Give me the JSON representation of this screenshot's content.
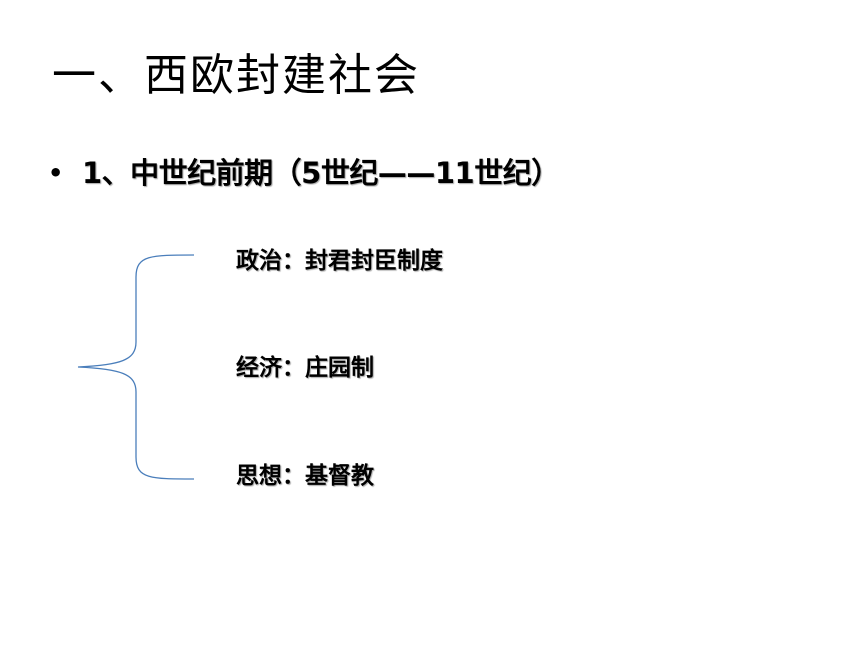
{
  "slide": {
    "title": "一、西欧封建社会",
    "bullet": {
      "marker": "•",
      "text": "1、中世纪前期（5世纪——11世纪）"
    },
    "items": [
      {
        "text": "政治：封君封臣制度"
      },
      {
        "text": "经济：庄园制"
      },
      {
        "text": "思想：基督教"
      }
    ],
    "brace_color": "#4a7ebb"
  }
}
